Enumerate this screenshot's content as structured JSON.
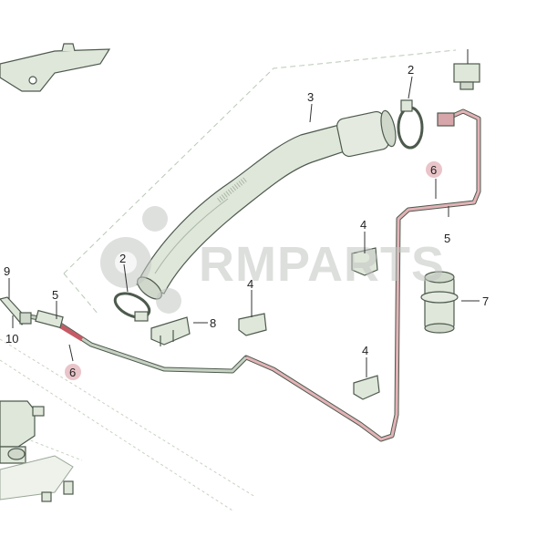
{
  "diagram": {
    "callouts": [
      {
        "id": "c2a",
        "text": "2",
        "highlight": false
      },
      {
        "id": "c2b",
        "text": "2",
        "highlight": false
      },
      {
        "id": "c3",
        "text": "3",
        "highlight": false
      },
      {
        "id": "c4a",
        "text": "4",
        "highlight": false
      },
      {
        "id": "c4b",
        "text": "4",
        "highlight": false
      },
      {
        "id": "c4c",
        "text": "4",
        "highlight": false
      },
      {
        "id": "c5a",
        "text": "5",
        "highlight": false
      },
      {
        "id": "c5b",
        "text": "5",
        "highlight": false
      },
      {
        "id": "c6a",
        "text": "6",
        "highlight": true
      },
      {
        "id": "c6b",
        "text": "6",
        "highlight": true
      },
      {
        "id": "c7",
        "text": "7",
        "highlight": false
      },
      {
        "id": "c8",
        "text": "8",
        "highlight": false
      },
      {
        "id": "c9",
        "text": "9",
        "highlight": false
      },
      {
        "id": "c10",
        "text": "10",
        "highlight": false
      }
    ],
    "watermark": "RMPARTS",
    "colors": {
      "part_fill": "#dfe6da",
      "part_stroke": "#4d5a4d",
      "highlight_pipe": "#e3b2b7",
      "highlight_label_bg": "#e9c4c8",
      "watermark": "#c3c6c3"
    }
  }
}
